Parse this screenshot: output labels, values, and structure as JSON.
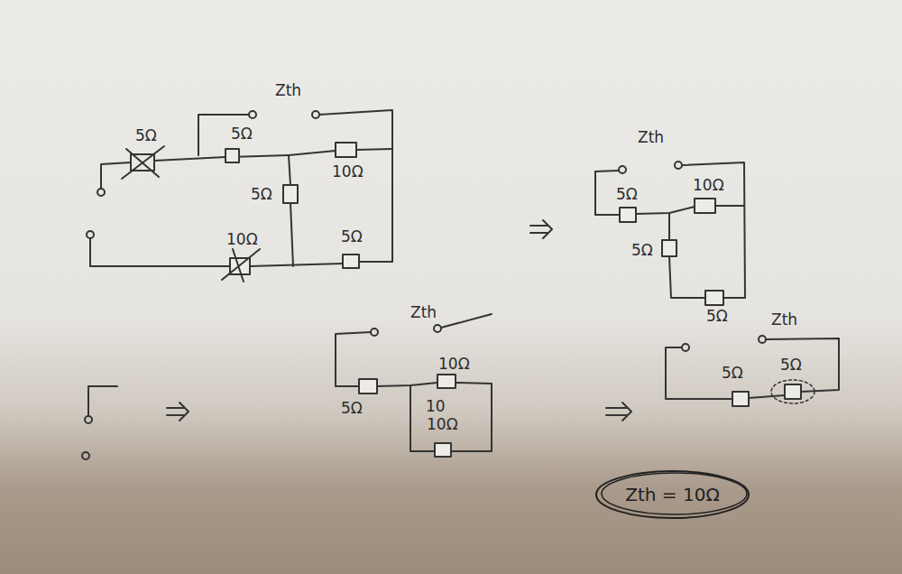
{
  "diagram": {
    "nodes": [
      {
        "text": [
          "Zth = 10Ω"
        ]
      }
    ],
    "labels": [
      "Zth",
      "5Ω",
      "5Ω",
      "10Ω",
      "5Ω",
      "10Ω",
      "5Ω",
      "Zth",
      "5Ω",
      "10Ω",
      "5Ω",
      "5Ω",
      "Zth",
      "10Ω",
      "5Ω",
      "10",
      "10Ω",
      "Zth",
      "5Ω",
      "5Ω"
    ]
  }
}
